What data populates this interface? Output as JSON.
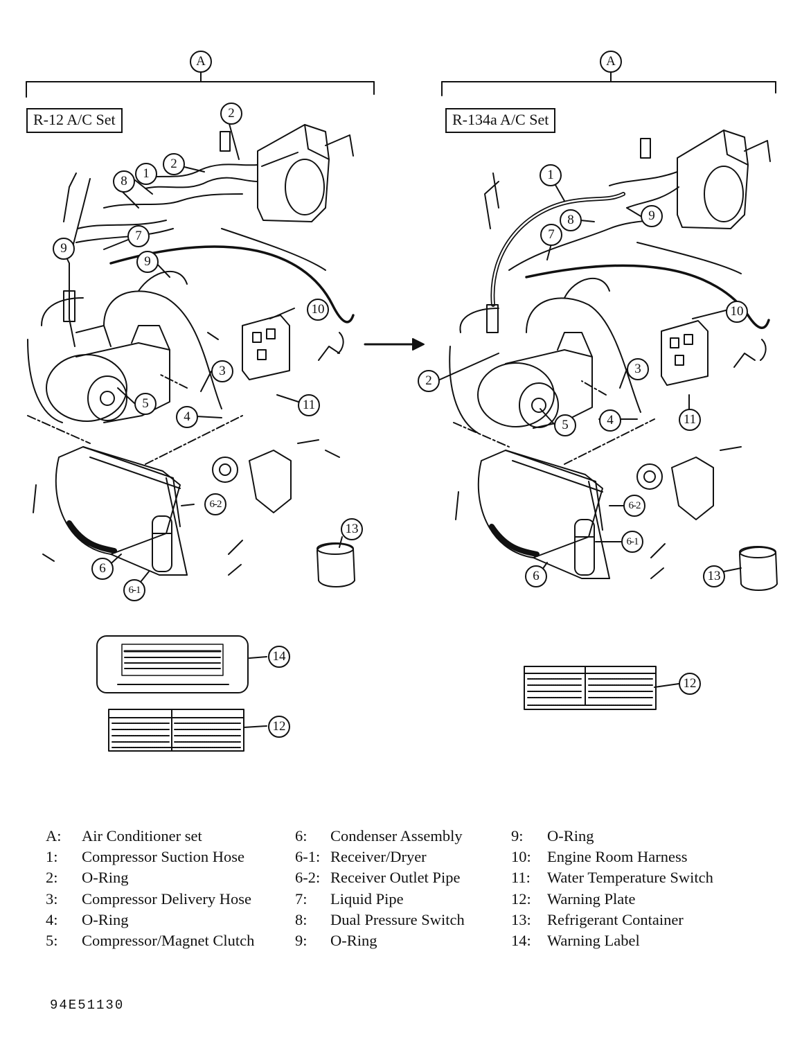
{
  "headings": {
    "group_left": "A",
    "group_right": "A",
    "set_left": "R-12 A/C Set",
    "set_right": "R-134a A/C Set"
  },
  "left_callouts": [
    "1",
    "2",
    "2",
    "3",
    "4",
    "5",
    "6",
    "6-1",
    "6-2",
    "7",
    "8",
    "9",
    "9",
    "10",
    "11",
    "12",
    "13",
    "14"
  ],
  "right_callouts": [
    "1",
    "2",
    "3",
    "4",
    "5",
    "6",
    "6-1",
    "6-2",
    "7",
    "8",
    "9",
    "10",
    "11",
    "12",
    "13"
  ],
  "legend": {
    "col1": [
      {
        "key": "A:",
        "text": "Air Conditioner set"
      },
      {
        "key": "1:",
        "text": "Compressor Suction Hose"
      },
      {
        "key": "2:",
        "text": "O-Ring"
      },
      {
        "key": "3:",
        "text": "Compressor Delivery Hose"
      },
      {
        "key": "4:",
        "text": "O-Ring"
      },
      {
        "key": "5:",
        "text": "Compressor/Magnet Clutch"
      }
    ],
    "col2": [
      {
        "key": "6:",
        "text": "Condenser Assembly"
      },
      {
        "key": "6-1:",
        "text": "Receiver/Dryer"
      },
      {
        "key": "6-2:",
        "text": "Receiver Outlet Pipe"
      },
      {
        "key": "7:",
        "text": "Liquid Pipe"
      },
      {
        "key": "8:",
        "text": "Dual Pressure Switch"
      },
      {
        "key": "9:",
        "text": "O-Ring"
      }
    ],
    "col3": [
      {
        "key": "9:",
        "text": "O-Ring"
      },
      {
        "key": "10:",
        "text": "Engine Room Harness"
      },
      {
        "key": "11:",
        "text": "Water Temperature Switch"
      },
      {
        "key": "12:",
        "text": "Warning  Plate"
      },
      {
        "key": "13:",
        "text": "Refrigerant Container"
      },
      {
        "key": "14:",
        "text": "Warning Label"
      }
    ]
  },
  "figure_code": "94E51130"
}
